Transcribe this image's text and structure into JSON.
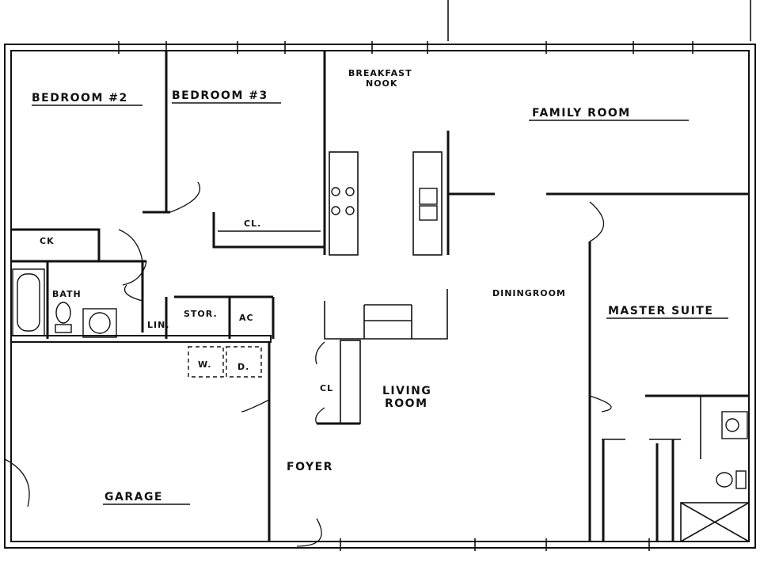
{
  "labels": {
    "bedroom2": "BEDROOM #2",
    "bedroom3": "BEDROOM #3",
    "breakfast_line1": "BREAKFAST",
    "breakfast_line2": "NOOK",
    "family_room": "FAMILY ROOM",
    "closet_bed3": "CL.",
    "closet_bed2": "CK",
    "bath": "BATH",
    "linen": "LIN.",
    "storage": "STOR.",
    "ac": "AC",
    "washer": "W.",
    "dryer": "D.",
    "dining_room": "DININGROOM",
    "master_suite": "MASTER SUITE",
    "closet_living": "CL",
    "living_line1": "LIVING",
    "living_line2": "ROOM",
    "foyer": "FOYER",
    "garage": "GARAGE"
  }
}
